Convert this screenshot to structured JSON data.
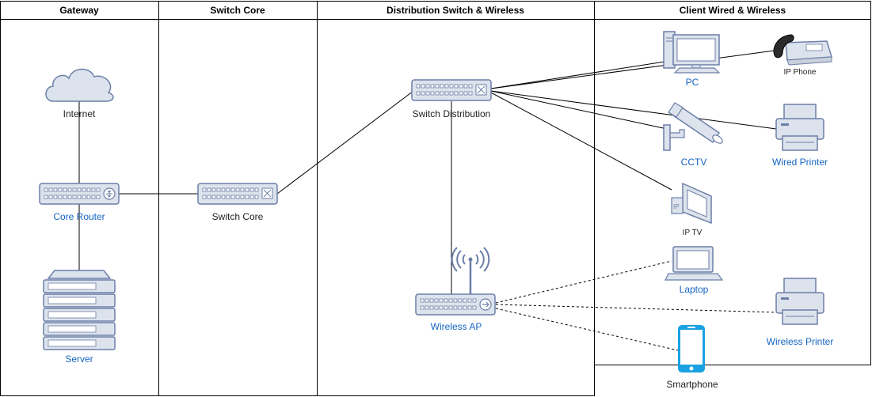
{
  "colors": {
    "device_fill": "#dde3ec",
    "device_stroke": "#6c7fa8",
    "link_label": "#1565c0",
    "plain_label": "#222222",
    "lane_border": "#000000",
    "smartphone": "#1ba1e2"
  },
  "lanes": [
    {
      "title": "Gateway"
    },
    {
      "title": "Switch Core"
    },
    {
      "title": "Distribution Switch & Wireless"
    },
    {
      "title": "Client Wired & Wireless"
    }
  ],
  "nodes": {
    "internet": {
      "label": "Internet",
      "icon": "cloud-icon"
    },
    "core_router": {
      "label": "Core Router",
      "icon": "router-icon"
    },
    "server": {
      "label": "Server",
      "icon": "server-rack-icon"
    },
    "switch_core": {
      "label": "Switch Core",
      "icon": "switch-icon"
    },
    "switch_distribution": {
      "label": "Switch Distribution",
      "icon": "switch-icon"
    },
    "wireless_ap": {
      "label": "Wireless AP",
      "icon": "wireless-ap-icon"
    },
    "pc": {
      "label": "PC",
      "icon": "desktop-pc-icon"
    },
    "ip_phone": {
      "label": "IP Phone",
      "icon": "ip-phone-icon"
    },
    "cctv": {
      "label": "CCTV",
      "icon": "cctv-camera-icon"
    },
    "wired_printer": {
      "label": "Wired Printer",
      "icon": "printer-icon"
    },
    "ip_tv": {
      "label": "IP TV",
      "icon": "ip-tv-icon"
    },
    "laptop": {
      "label": "Laptop",
      "icon": "laptop-icon"
    },
    "wireless_printer": {
      "label": "Wireless Printer",
      "icon": "printer-icon"
    },
    "smartphone": {
      "label": "Smartphone",
      "icon": "smartphone-icon"
    }
  }
}
